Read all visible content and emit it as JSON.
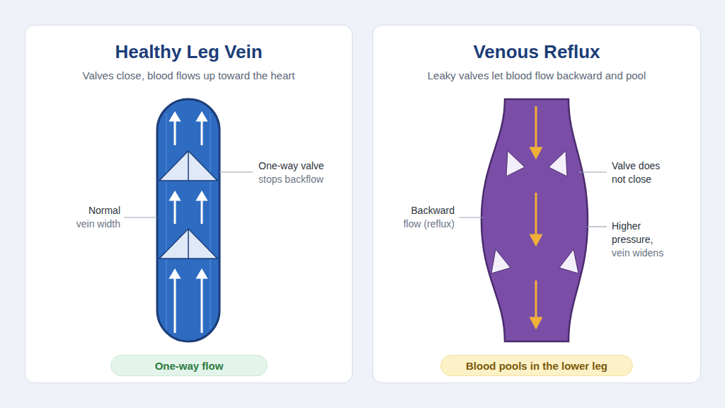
{
  "diagram": {
    "nodes": [
      {
        "text": [
          "Healthy Leg Vein",
          "Valves close, blood flows up toward the heart"
        ]
      },
      {
        "text": [
          "One-way flow"
        ],
        "in": 0
      },
      {
        "text": [
          "Venous Reflux",
          "Leaky valves let blood flow backward and pool"
        ]
      },
      {
        "text": [
          "Blood pools in the lower leg"
        ],
        "in": 2
      }
    ],
    "labels": [
      "One-way valve",
      "stops backflow",
      "Normal",
      "vein width",
      "Valve does not close",
      "Backward",
      "flow (reflux)",
      "Higher pressure,",
      "vein widens"
    ]
  }
}
